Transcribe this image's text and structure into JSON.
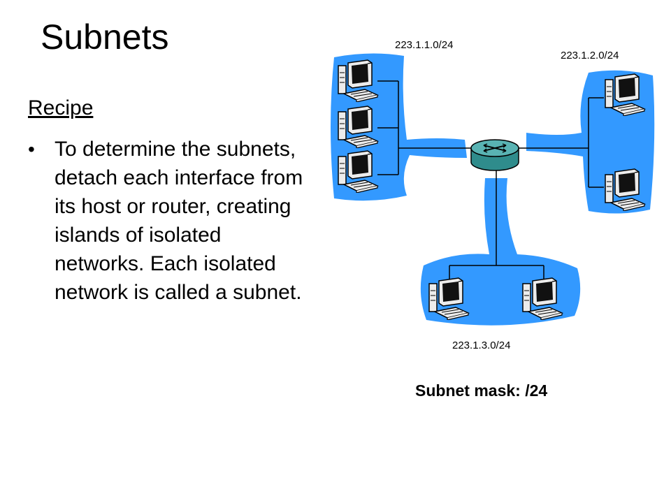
{
  "slide": {
    "title": "Subnets",
    "heading": "Recipe",
    "bullet": "To determine the subnets, detach each interface from its host or router, creating islands of isolated networks. Each isolated network is called a subnet."
  },
  "diagram": {
    "subnets": [
      {
        "label": "223.1.1.0/24"
      },
      {
        "label": "223.1.2.0/24"
      },
      {
        "label": "223.1.3.0/24"
      }
    ],
    "mask_text": "Subnet mask: /24"
  },
  "colors": {
    "island": "#3399ff",
    "router_top": "#59b3b3",
    "router_side": "#2f8c8c",
    "line": "#000000",
    "computer_body": "#ececec"
  }
}
